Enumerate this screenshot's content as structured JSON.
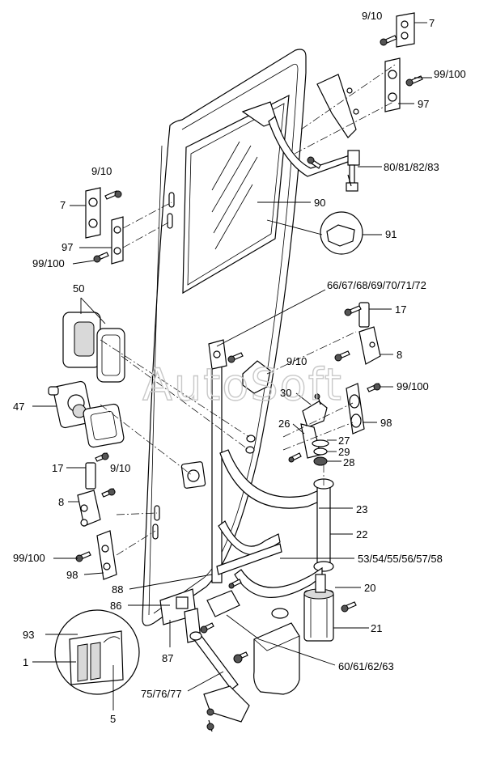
{
  "watermark": "AutoSoft",
  "labels": {
    "l_9_10_top": "9/10",
    "l_7_top": "7",
    "l_99_100_top": "99/100",
    "l_97_top": "97",
    "l_80_83": "80/81/82/83",
    "l_90": "90",
    "l_91": "91",
    "l_9_10_left": "9/10",
    "l_7_left": "7",
    "l_97_left": "97",
    "l_99_100_left": "99/100",
    "l_66_72": "66/67/68/69/70/71/72",
    "l_17_right": "17",
    "l_8_right": "8",
    "l_50": "50",
    "l_9_10_mid": "9/10",
    "l_99_100_right": "99/100",
    "l_30": "30",
    "l_98_right": "98",
    "l_47": "47",
    "l_26": "26",
    "l_27": "27",
    "l_29": "29",
    "l_28": "28",
    "l_17_left": "17",
    "l_9_10_low": "9/10",
    "l_8_left": "8",
    "l_23": "23",
    "l_22": "22",
    "l_99_100_low": "99/100",
    "l_98_left": "98",
    "l_53_58": "53/54/55/56/57/58",
    "l_88": "88",
    "l_20": "20",
    "l_86": "86",
    "l_93": "93",
    "l_21": "21",
    "l_87": "87",
    "l_1": "1",
    "l_60_63": "60/61/62/63",
    "l_75_77": "75/76/77",
    "l_5": "5"
  }
}
